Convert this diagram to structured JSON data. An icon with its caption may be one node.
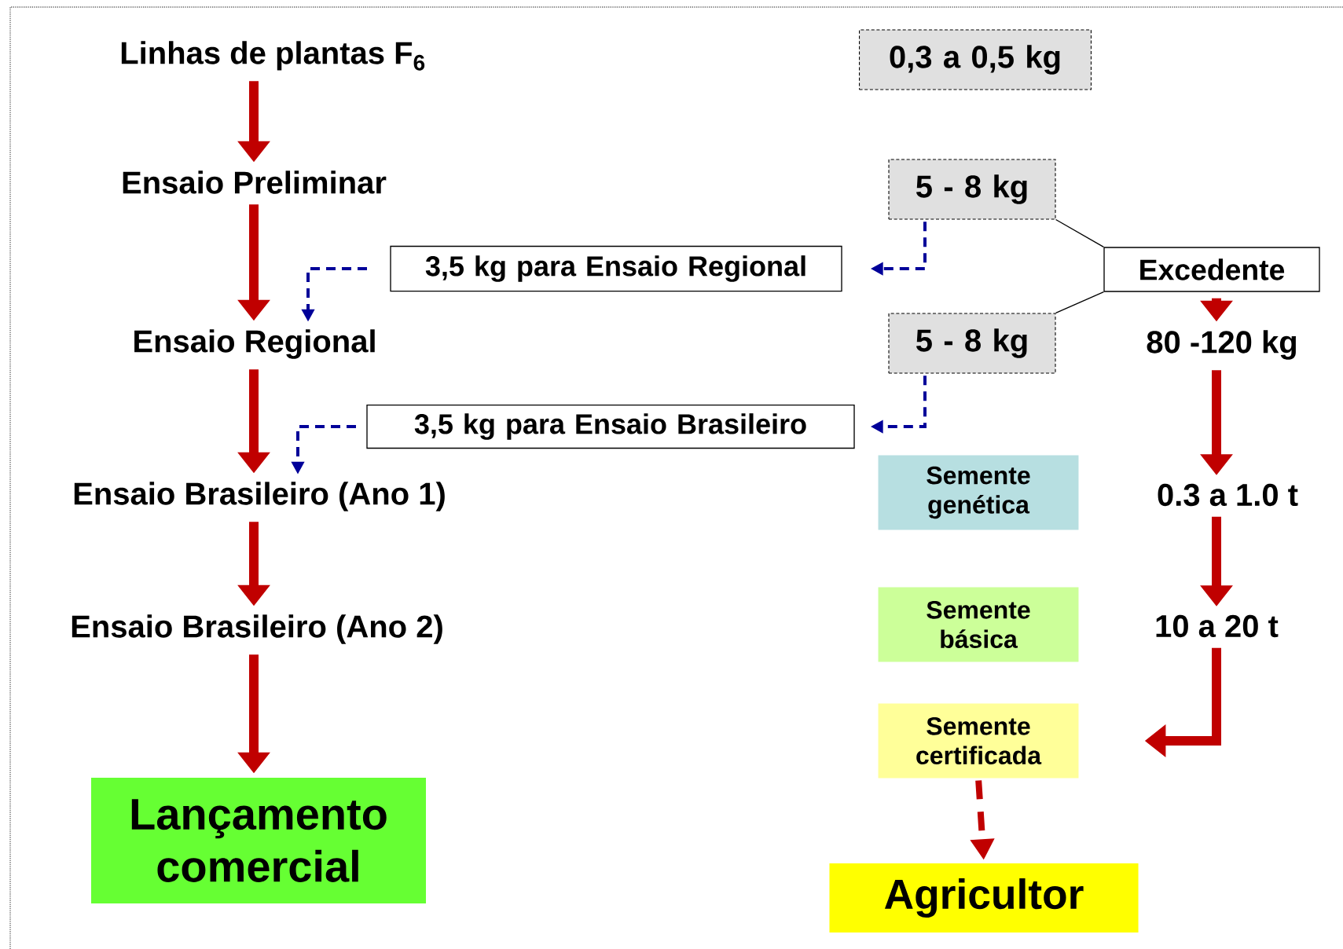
{
  "diagram": {
    "nodes": [
      {
        "text": [
          "Linhas de plantas F$_{6}$"
        ]
      },
      {
        "text": [
          "Ensaio Preliminar"
        ]
      },
      {
        "text": [
          "Ensaio Regional"
        ]
      },
      {
        "text": [
          "Ensaio Brasileiro (Ano 1)"
        ]
      },
      {
        "text": [
          "Ensaio Brasileiro (Ano 2)"
        ]
      },
      {
        "text": [
          "Lançamento comercial"
        ]
      },
      {
        "text": [
          "3,5 kg para Ensaio Regional"
        ]
      },
      {
        "text": [
          "3,5 kg para Ensaio Brasileiro"
        ]
      },
      {
        "text": [
          "0,3 a 0,5 kg"
        ]
      },
      {
        "text": [
          "5 - 8 kg"
        ]
      },
      {
        "text": [
          "Excedente"
        ]
      },
      {
        "text": [
          "5 - 8 kg"
        ]
      },
      {
        "text": [
          "80 -120 kg"
        ]
      },
      {
        "text": [
          "Semente genética"
        ]
      },
      {
        "text": [
          "0.3 a 1.0 t"
        ]
      },
      {
        "text": [
          "Semente básica"
        ]
      },
      {
        "text": [
          "10 a 20 t"
        ]
      },
      {
        "text": [
          "Semente certificada"
        ]
      },
      {
        "text": [
          "Agricultor"
        ]
      }
    ],
    "edges": [
      {
        "from": 0,
        "to": 1,
        "arrow": "to"
      },
      {
        "from": 1,
        "to": 2,
        "arrow": "to"
      },
      {
        "from": 2,
        "to": 3,
        "arrow": "to"
      },
      {
        "from": 3,
        "to": 4,
        "arrow": "to"
      },
      {
        "from": 4,
        "to": 5,
        "arrow": "to"
      },
      {
        "from": 9,
        "to": 6,
        "arrow": "to",
        "style": "dashed",
        "color": "#000099"
      },
      {
        "from": 6,
        "to": 2,
        "arrow": "to",
        "style": "dashed",
        "color": "#000099"
      },
      {
        "from": 11,
        "to": 7,
        "arrow": "to",
        "style": "dashed",
        "color": "#000099"
      },
      {
        "from": 7,
        "to": 3,
        "arrow": "to",
        "style": "dashed",
        "color": "#000099"
      },
      {
        "from": 9,
        "to": 10,
        "arrow": "none",
        "color": "#000000"
      },
      {
        "from": 11,
        "to": 10,
        "arrow": "none",
        "color": "#000000"
      },
      {
        "from": 10,
        "to": 12,
        "arrow": "to"
      },
      {
        "from": 12,
        "to": 14,
        "arrow": "to"
      },
      {
        "from": 14,
        "to": 16,
        "arrow": "to"
      },
      {
        "from": 16,
        "to": 17,
        "arrow": "to"
      },
      {
        "from": 17,
        "to": 18,
        "arrow": "to",
        "style": "dashed"
      }
    ]
  }
}
